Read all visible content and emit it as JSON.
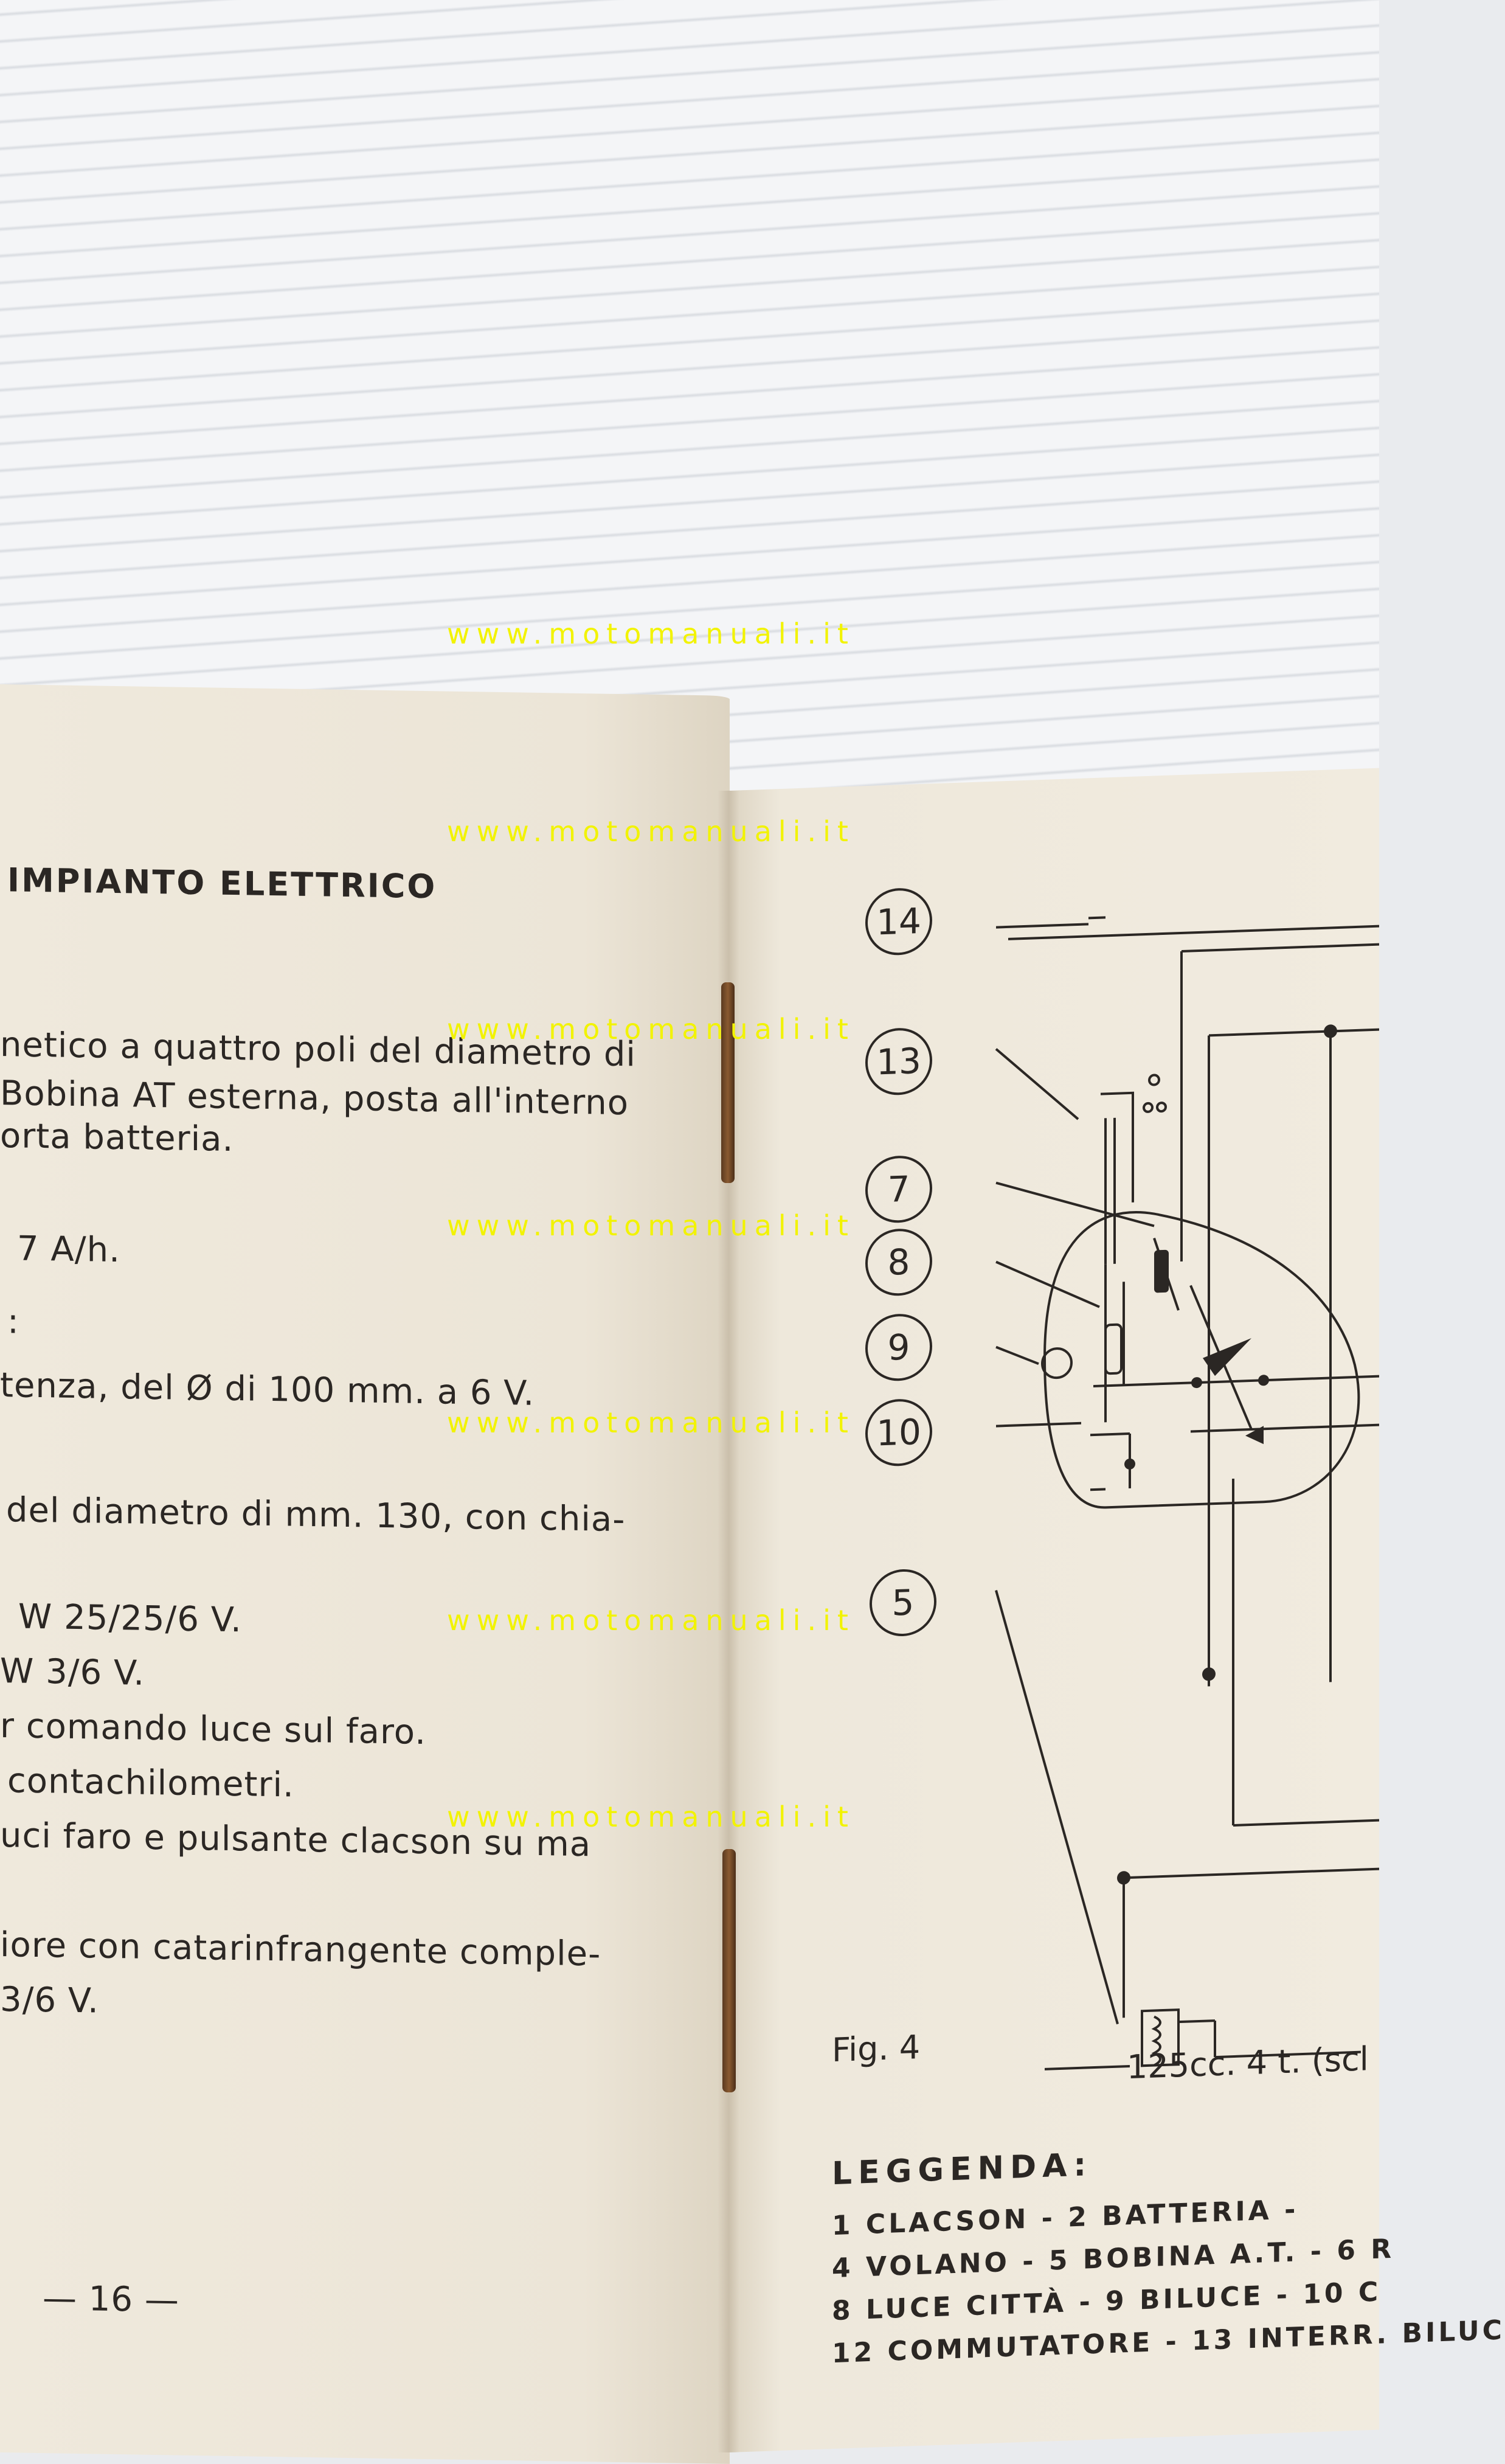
{
  "left_page": {
    "heading": "IMPIANTO ELETTRICO",
    "lines": [
      "netico a quattro poli del diametro di",
      "Bobina AT esterna, posta all'interno",
      "orta batteria.",
      "7 A/h.",
      ":",
      "tenza, del Ø di 100 mm. a 6 V.",
      "del diametro di mm. 130, con chia-",
      "W 25/25/6 V.",
      "W 3/6 V.",
      "r comando luce sul faro.",
      "contachilometri.",
      "uci faro e pulsante clacson su ma",
      "iore con catarinfrangente comple-",
      "3/6 V."
    ],
    "page_number": "— 16 —"
  },
  "right_page": {
    "component_labels": [
      "14",
      "13",
      "7",
      "8",
      "9",
      "10",
      "5"
    ],
    "figure_label": "Fig. 4",
    "caption": "125cc. 4 t. (scl",
    "legend_title": "LEGGENDA:",
    "legend_lines": [
      "1 CLACSON - 2 BATTERIA -",
      "4 VOLANO - 5 BOBINA A.T. - 6 R",
      "8 LUCE CITTÀ - 9 BILUCE - 10 C",
      "12 COMMUTATORE - 13 INTERR. BILUC"
    ]
  },
  "watermarks": [
    "www.motomanuali.it",
    "www.motomanuali.it",
    "www.motomanuali.it",
    "www.motomanuali.it",
    "www.motomanuali.it",
    "www.motomanuali.it",
    "www.motomanuali.it"
  ],
  "colors": {
    "watermark": "#f2f300",
    "paper": "#efe9dc",
    "ink": "#2b2724"
  }
}
